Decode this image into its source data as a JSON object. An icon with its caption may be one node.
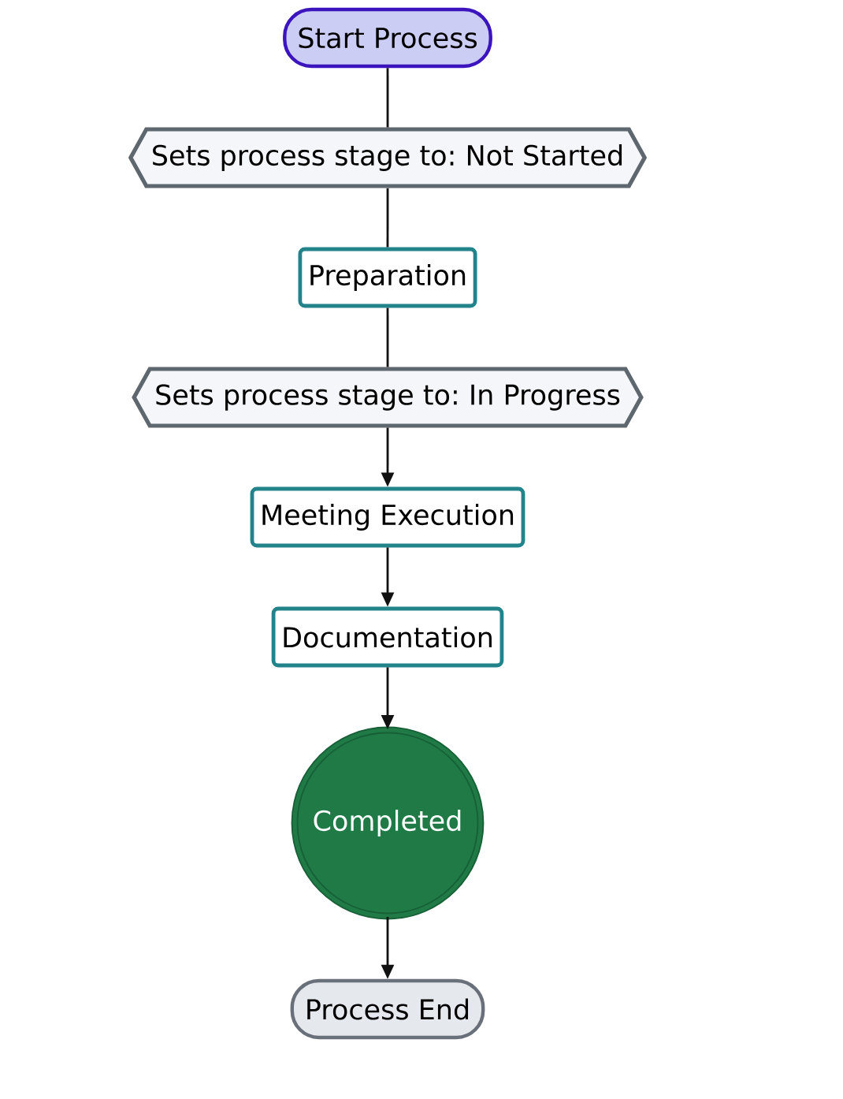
{
  "diagram": {
    "nodes": [
      {
        "text": [
          "Start Process"
        ]
      },
      {
        "text": [
          "Sets process stage to: Not Started"
        ]
      },
      {
        "text": [
          "Preparation"
        ]
      },
      {
        "text": [
          "Sets process stage to: In Progress"
        ]
      },
      {
        "text": [
          "Meeting Execution"
        ]
      },
      {
        "text": [
          "Documentation"
        ]
      },
      {
        "text": [
          "Completed"
        ]
      },
      {
        "text": [
          "Process End"
        ]
      }
    ],
    "edges": [
      {
        "from": 0,
        "to": 1,
        "arrow": "none"
      },
      {
        "from": 1,
        "to": 2,
        "arrow": "none"
      },
      {
        "from": 2,
        "to": 3,
        "arrow": "none"
      },
      {
        "from": 3,
        "to": 4,
        "arrow": "to"
      },
      {
        "from": 4,
        "to": 5,
        "arrow": "to"
      },
      {
        "from": 5,
        "to": 6,
        "arrow": "to"
      },
      {
        "from": 6,
        "to": 7,
        "arrow": "to"
      }
    ]
  }
}
